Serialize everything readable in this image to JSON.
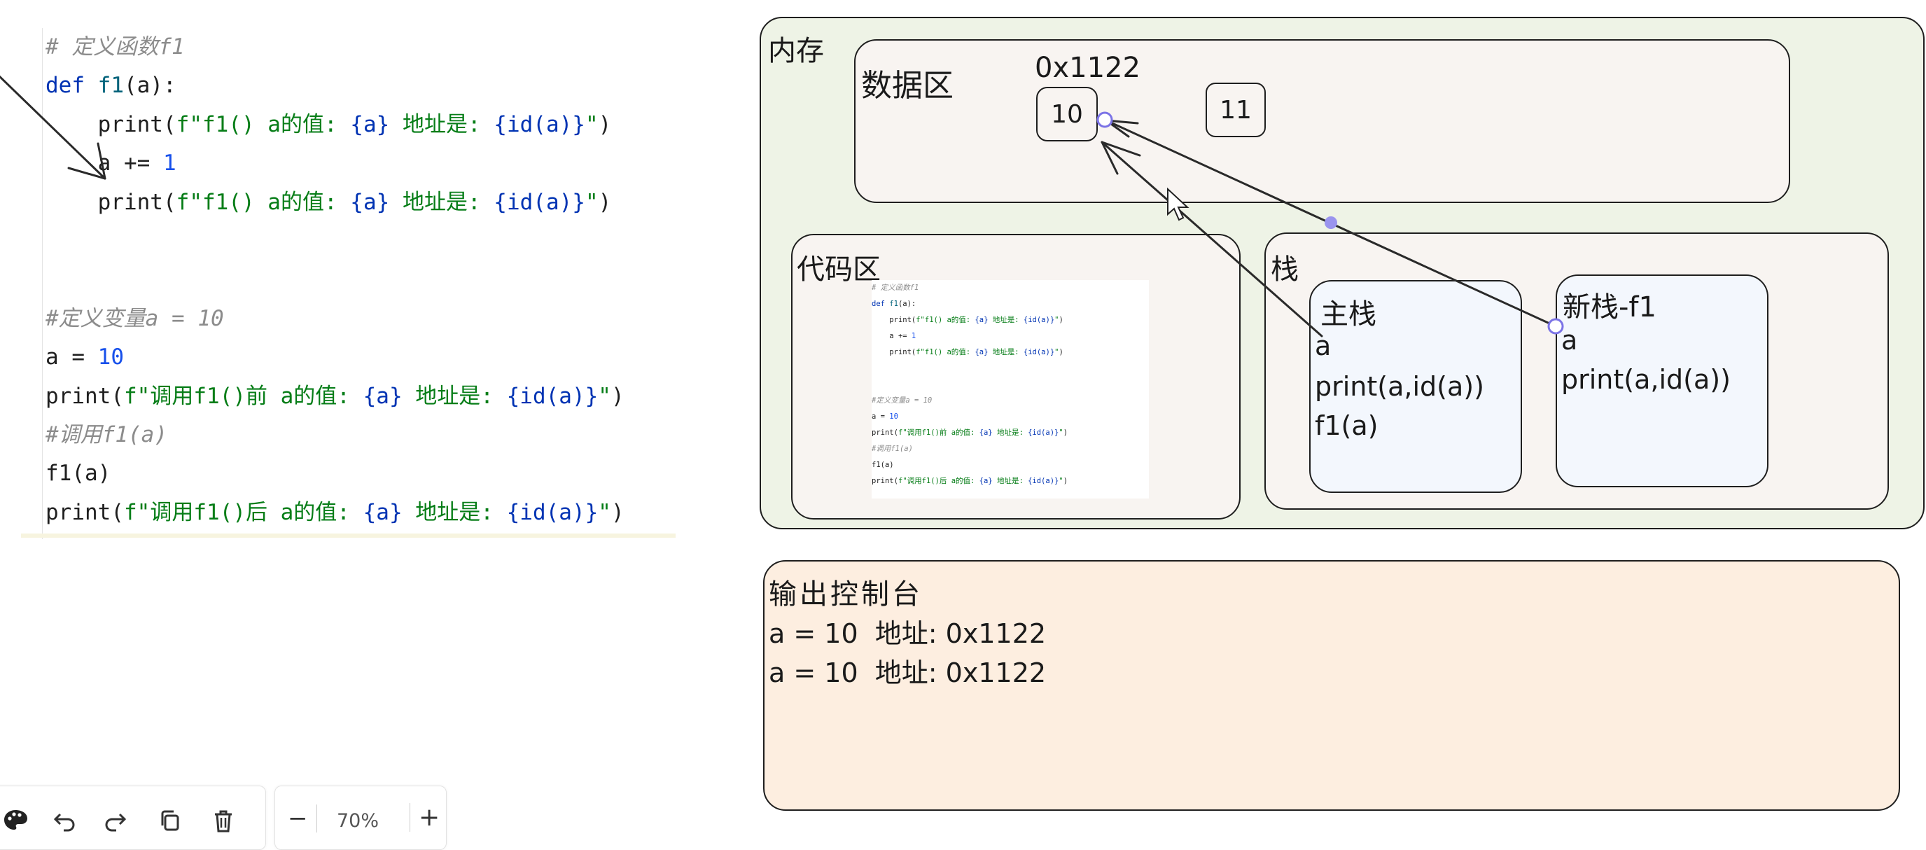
{
  "code": {
    "lines": [
      {
        "indent": 0,
        "tokens": [
          {
            "t": "# 定义函数f1",
            "c": "cm"
          }
        ]
      },
      {
        "indent": 0,
        "tokens": [
          {
            "t": "def ",
            "c": "kw"
          },
          {
            "t": "f1",
            "c": "fn"
          },
          {
            "t": "(a):",
            "c": "br"
          }
        ]
      },
      {
        "indent": 1,
        "tokens": [
          {
            "t": "print",
            "c": "br"
          },
          {
            "t": "(",
            "c": "br"
          },
          {
            "t": "f\"f1() a的值: ",
            "c": "st"
          },
          {
            "t": "{a}",
            "c": "kw"
          },
          {
            "t": " 地址是: ",
            "c": "st"
          },
          {
            "t": "{id(a)}",
            "c": "kw"
          },
          {
            "t": "\"",
            "c": "st"
          },
          {
            "t": ")",
            "c": "br"
          }
        ]
      },
      {
        "indent": 1,
        "tokens": [
          {
            "t": "a += ",
            "c": "br"
          },
          {
            "t": "1",
            "c": "nm"
          }
        ]
      },
      {
        "indent": 1,
        "tokens": [
          {
            "t": "print",
            "c": "br"
          },
          {
            "t": "(",
            "c": "br"
          },
          {
            "t": "f\"f1() a的值: ",
            "c": "st"
          },
          {
            "t": "{a}",
            "c": "kw"
          },
          {
            "t": " 地址是: ",
            "c": "st"
          },
          {
            "t": "{id(a)}",
            "c": "kw"
          },
          {
            "t": "\"",
            "c": "st"
          },
          {
            "t": ")",
            "c": "br"
          }
        ]
      },
      {
        "indent": 0,
        "tokens": []
      },
      {
        "indent": 0,
        "tokens": []
      },
      {
        "indent": 0,
        "tokens": [
          {
            "t": "#定义变量a = 10",
            "c": "cm"
          }
        ]
      },
      {
        "indent": 0,
        "tokens": [
          {
            "t": "a = ",
            "c": "br"
          },
          {
            "t": "10",
            "c": "nm"
          }
        ]
      },
      {
        "indent": 0,
        "tokens": [
          {
            "t": "print",
            "c": "br"
          },
          {
            "t": "(",
            "c": "br"
          },
          {
            "t": "f\"调用f1()前 a的值: ",
            "c": "st"
          },
          {
            "t": "{a}",
            "c": "kw"
          },
          {
            "t": " 地址是: ",
            "c": "st"
          },
          {
            "t": "{id(a)}",
            "c": "kw"
          },
          {
            "t": "\"",
            "c": "st"
          },
          {
            "t": ")",
            "c": "br"
          }
        ]
      },
      {
        "indent": 0,
        "tokens": [
          {
            "t": "#调用f1(a)",
            "c": "cm"
          }
        ]
      },
      {
        "indent": 0,
        "tokens": [
          {
            "t": "f1(a)",
            "c": "br"
          }
        ]
      },
      {
        "indent": 0,
        "tokens": [
          {
            "t": "print",
            "c": "br"
          },
          {
            "t": "(",
            "c": "br"
          },
          {
            "t": "f\"调用f1()后 a的值: ",
            "c": "st"
          },
          {
            "t": "{a}",
            "c": "kw"
          },
          {
            "t": " 地址是: ",
            "c": "st"
          },
          {
            "t": "{id(a)}",
            "c": "kw"
          },
          {
            "t": "\"",
            "c": "st"
          },
          {
            "t": ")",
            "c": "br"
          }
        ]
      }
    ]
  },
  "toolbar": {
    "icons": [
      "palette-icon",
      "undo-icon",
      "redo-icon",
      "copy-icon",
      "trash-icon"
    ],
    "zoom": {
      "minus": "−",
      "value": "70%",
      "plus": "+"
    }
  },
  "diagram": {
    "memory_label": "内存",
    "data_area": {
      "label": "数据区",
      "address": "0x1122",
      "value_a": "10",
      "value_b": "11"
    },
    "code_area": {
      "label": "代码区"
    },
    "stack": {
      "label": "栈",
      "main_stack": {
        "title": "主栈",
        "lines": [
          "a",
          "print(a,id(a))",
          "f1(a)"
        ]
      },
      "new_stack": {
        "title": "新栈-f1",
        "lines": [
          "a",
          "print(a,id(a))"
        ]
      }
    },
    "console": {
      "title": "输出控制台",
      "lines": [
        "a = 10  地址: 0x1122",
        "a = 10  地址: 0x1122"
      ]
    },
    "colors": {
      "memory_fill": "#eef3e6",
      "data_fill": "#f8f4f1",
      "code_fill": "#f8f4f1",
      "stack_fill": "#f8f4f1",
      "frame_fill": "#f3f7fd",
      "console_fill": "#fdeee0",
      "link_dot": "#9a94ee"
    }
  }
}
